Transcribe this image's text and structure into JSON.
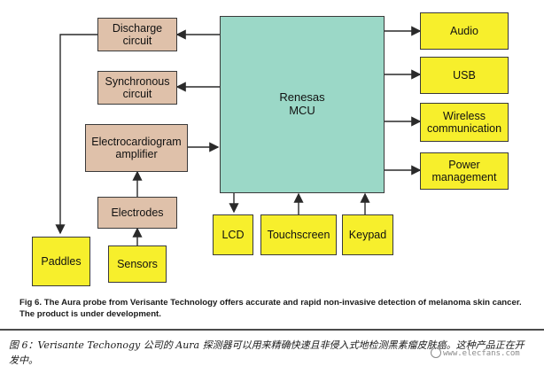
{
  "blocks": {
    "discharge": "Discharge\ncircuit",
    "synchronous": "Synchronous\ncircuit",
    "ecg": "Electrocardiogram\namplifier",
    "electrodes": "Electrodes",
    "paddles": "Paddles",
    "sensors": "Sensors",
    "mcu": "Renesas\nMCU",
    "lcd": "LCD",
    "touchscreen": "Touchscreen",
    "keypad": "Keypad",
    "audio": "Audio",
    "usb": "USB",
    "wireless": "Wireless\ncommunication",
    "power": "Power\nmanagement"
  },
  "caption_en": "Fig 6. The Aura probe from Verisante Technology offers accurate and rapid non-invasive detection of melanoma skin cancer. The product is under development.",
  "caption_zh": "图 6：Verisante Techonogy 公司的 Aura 探测器可以用来精确快速且非侵入式地检测黑素瘤皮肤癌。这种产品正在开发中。",
  "watermark": "www.elecfans.com",
  "colors": {
    "tan": "#dfc1aa",
    "yellow": "#f7ef2c",
    "teal": "#9bd8c7"
  }
}
